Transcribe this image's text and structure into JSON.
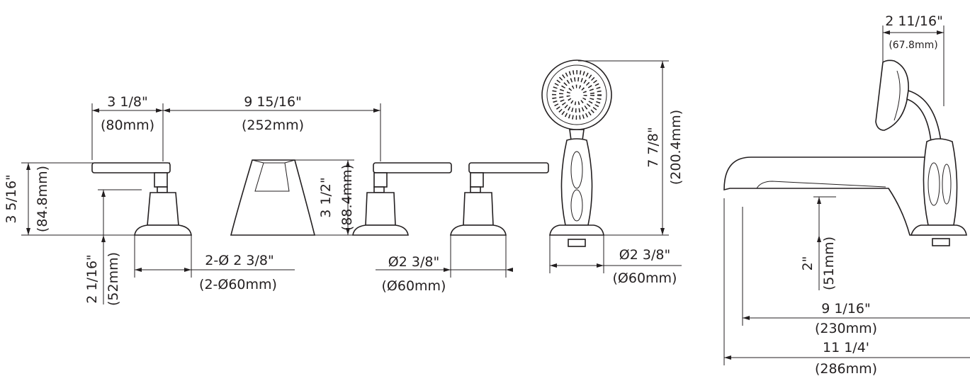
{
  "dimensions": {
    "handle_spacing": {
      "imperial": "3 1/8\"",
      "metric": "(80mm)"
    },
    "center_spacing": {
      "imperial": "9 15/16\"",
      "metric": "(252mm)"
    },
    "handle_height": {
      "imperial": "3 5/16\"",
      "metric": "(84.8mm)"
    },
    "spout_height": {
      "imperial": "3 1/2\"",
      "metric": "(88.4mm)"
    },
    "handshower_height": {
      "imperial": "7 7/8\"",
      "metric": "(200.4mm)"
    },
    "max_deck_thickness": {
      "imperial": "2 1/16\"",
      "metric": "(52mm)"
    },
    "spout_base_diameter": {
      "imperial": "2-Ø 2 3/8\"",
      "metric": "(2-Ø60mm)"
    },
    "handle_base_diameter": {
      "imperial": "Ø2 3/8\"",
      "metric": "(Ø60mm)"
    },
    "handshower_base_diameter": {
      "imperial": "Ø2 3/8\"",
      "metric": "(Ø60mm)"
    },
    "handshower_head_depth": {
      "imperial": "2 11/16\"",
      "metric": "(67.8mm)"
    },
    "shank_length": {
      "imperial": "2\"",
      "metric": "(51mm)"
    },
    "spout_reach": {
      "imperial": "9 1/16\"",
      "metric": "(230mm)"
    },
    "overall_length": {
      "imperial": "11 1/4'",
      "metric": "(286mm)"
    }
  },
  "colors": {
    "line": "#231f20",
    "background": "#ffffff"
  }
}
